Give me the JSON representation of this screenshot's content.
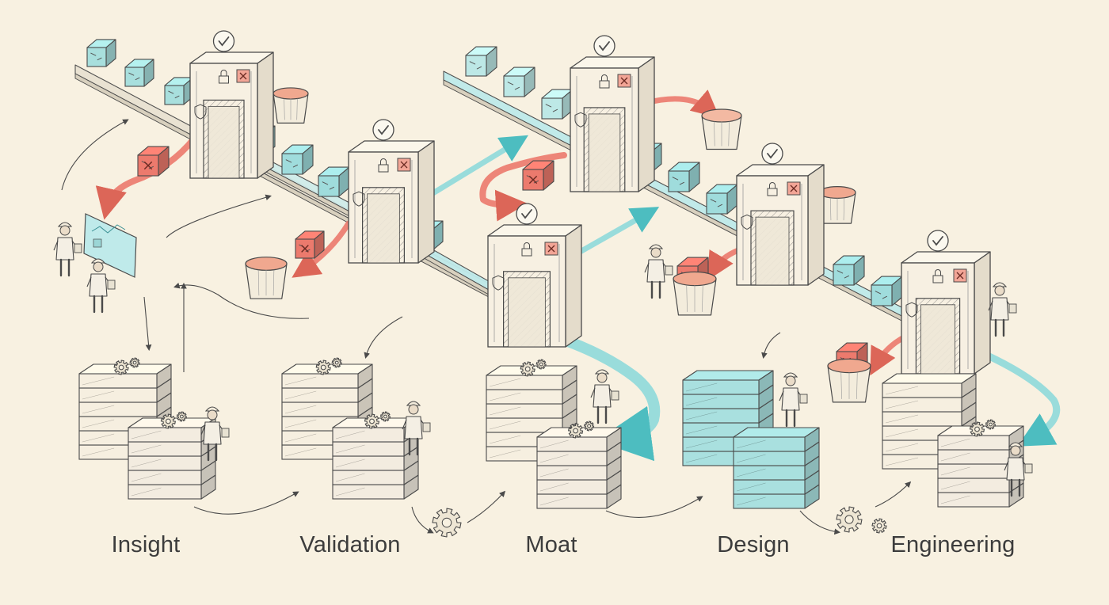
{
  "stages": [
    {
      "id": "insight",
      "label": "Insight"
    },
    {
      "id": "validation",
      "label": "Validation"
    },
    {
      "id": "moat",
      "label": "Moat"
    },
    {
      "id": "design",
      "label": "Design"
    },
    {
      "id": "engineering",
      "label": "Engineering"
    }
  ],
  "colors": {
    "background": "#f8f1e1",
    "accepted": "#8fdadb",
    "rejected": "#ec7a6d",
    "ink": "#4a4a4a",
    "paper": "#f6efe0"
  },
  "icons": {
    "gate_pass": "checkmark-icon",
    "gate_fail": "x-mark-icon",
    "gate_lock": "lock-icon",
    "gate_shield": "shield-icon",
    "process": "gear-icon"
  }
}
